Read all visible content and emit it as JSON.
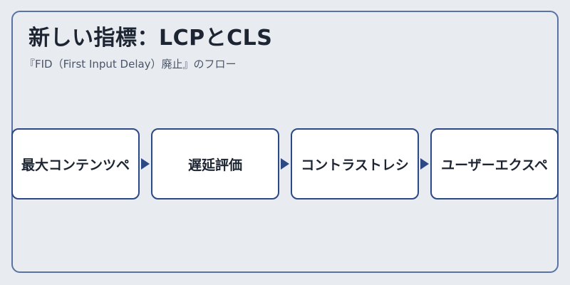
{
  "header": {
    "title": "新しい指標：LCPとCLS",
    "subtitle": "『FID（First Input Delay）廃止』のフロー"
  },
  "flow": {
    "steps": [
      {
        "label": "最大コンテンツペ"
      },
      {
        "label": "遅延評価"
      },
      {
        "label": "コントラストレシ"
      },
      {
        "label": "ユーザーエクスペ"
      }
    ]
  },
  "colors": {
    "background": "#e8ecf1",
    "frame_border": "#5a72a4",
    "box_border": "#2c4986",
    "box_fill": "#ffffff",
    "text": "#1d2533",
    "arrow": "#2c4986"
  }
}
